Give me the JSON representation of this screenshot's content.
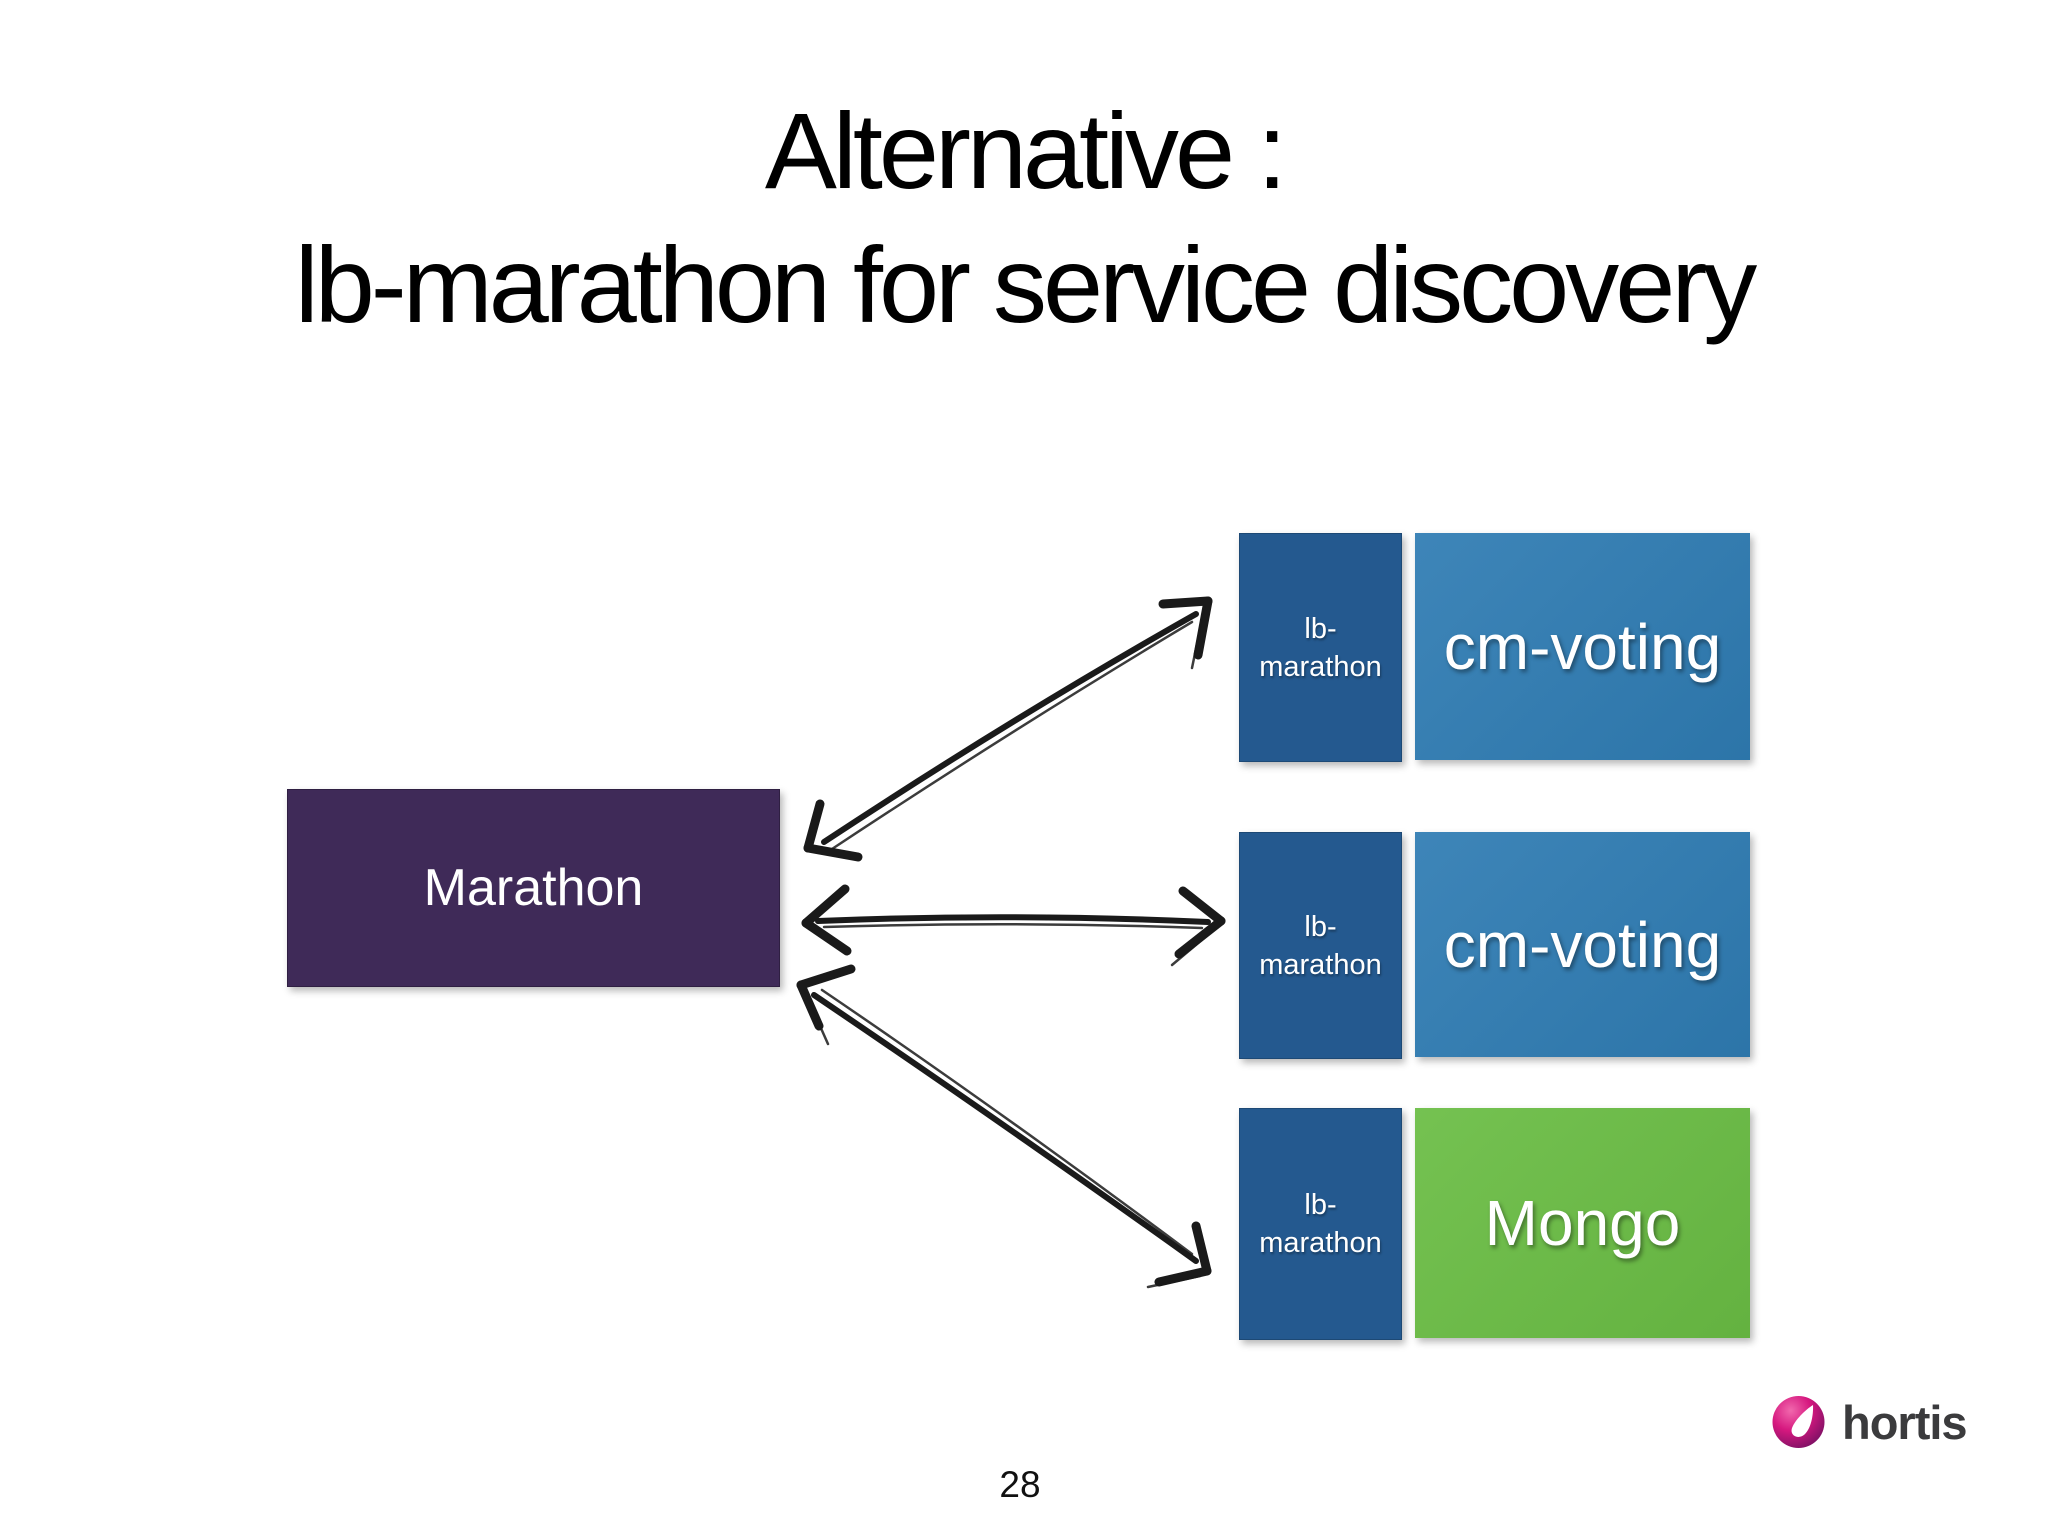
{
  "title": {
    "line1": "Alternative :",
    "line2": "lb-marathon for service discovery"
  },
  "diagram": {
    "marathon": {
      "label": "Marathon"
    },
    "rows": [
      {
        "lb_line1": "lb-",
        "lb_line2": "marathon",
        "service": "cm-voting",
        "service_color": "#2f7cb3"
      },
      {
        "lb_line1": "lb-",
        "lb_line2": "marathon",
        "service": "cm-voting",
        "service_color": "#2f7cb3"
      },
      {
        "lb_line1": "lb-",
        "lb_line2": "marathon",
        "service": "Mongo",
        "service_color": "#6abd44"
      }
    ],
    "connections": [
      {
        "from": "Marathon",
        "to": "lb-marathon / cm-voting (row 1)",
        "style": "double-headed sketch arrow"
      },
      {
        "from": "Marathon",
        "to": "lb-marathon / cm-voting (row 2)",
        "style": "double-headed sketch arrow"
      },
      {
        "from": "Marathon",
        "to": "lb-marathon / Mongo (row 3)",
        "style": "double-headed sketch arrow"
      }
    ],
    "colors": {
      "marathon_box": "#3f2a58",
      "lb_marathon_box": "#24598f",
      "cm_voting_box": "#2f7cb3",
      "mongo_box": "#6abd44",
      "arrow": "#1a1a1a",
      "box_text": "#ffffff"
    }
  },
  "footer": {
    "page_number": "28",
    "logo_text": "hortis",
    "logo_circle_color": "#c4146f",
    "logo_text_color": "#3b3b3d"
  }
}
